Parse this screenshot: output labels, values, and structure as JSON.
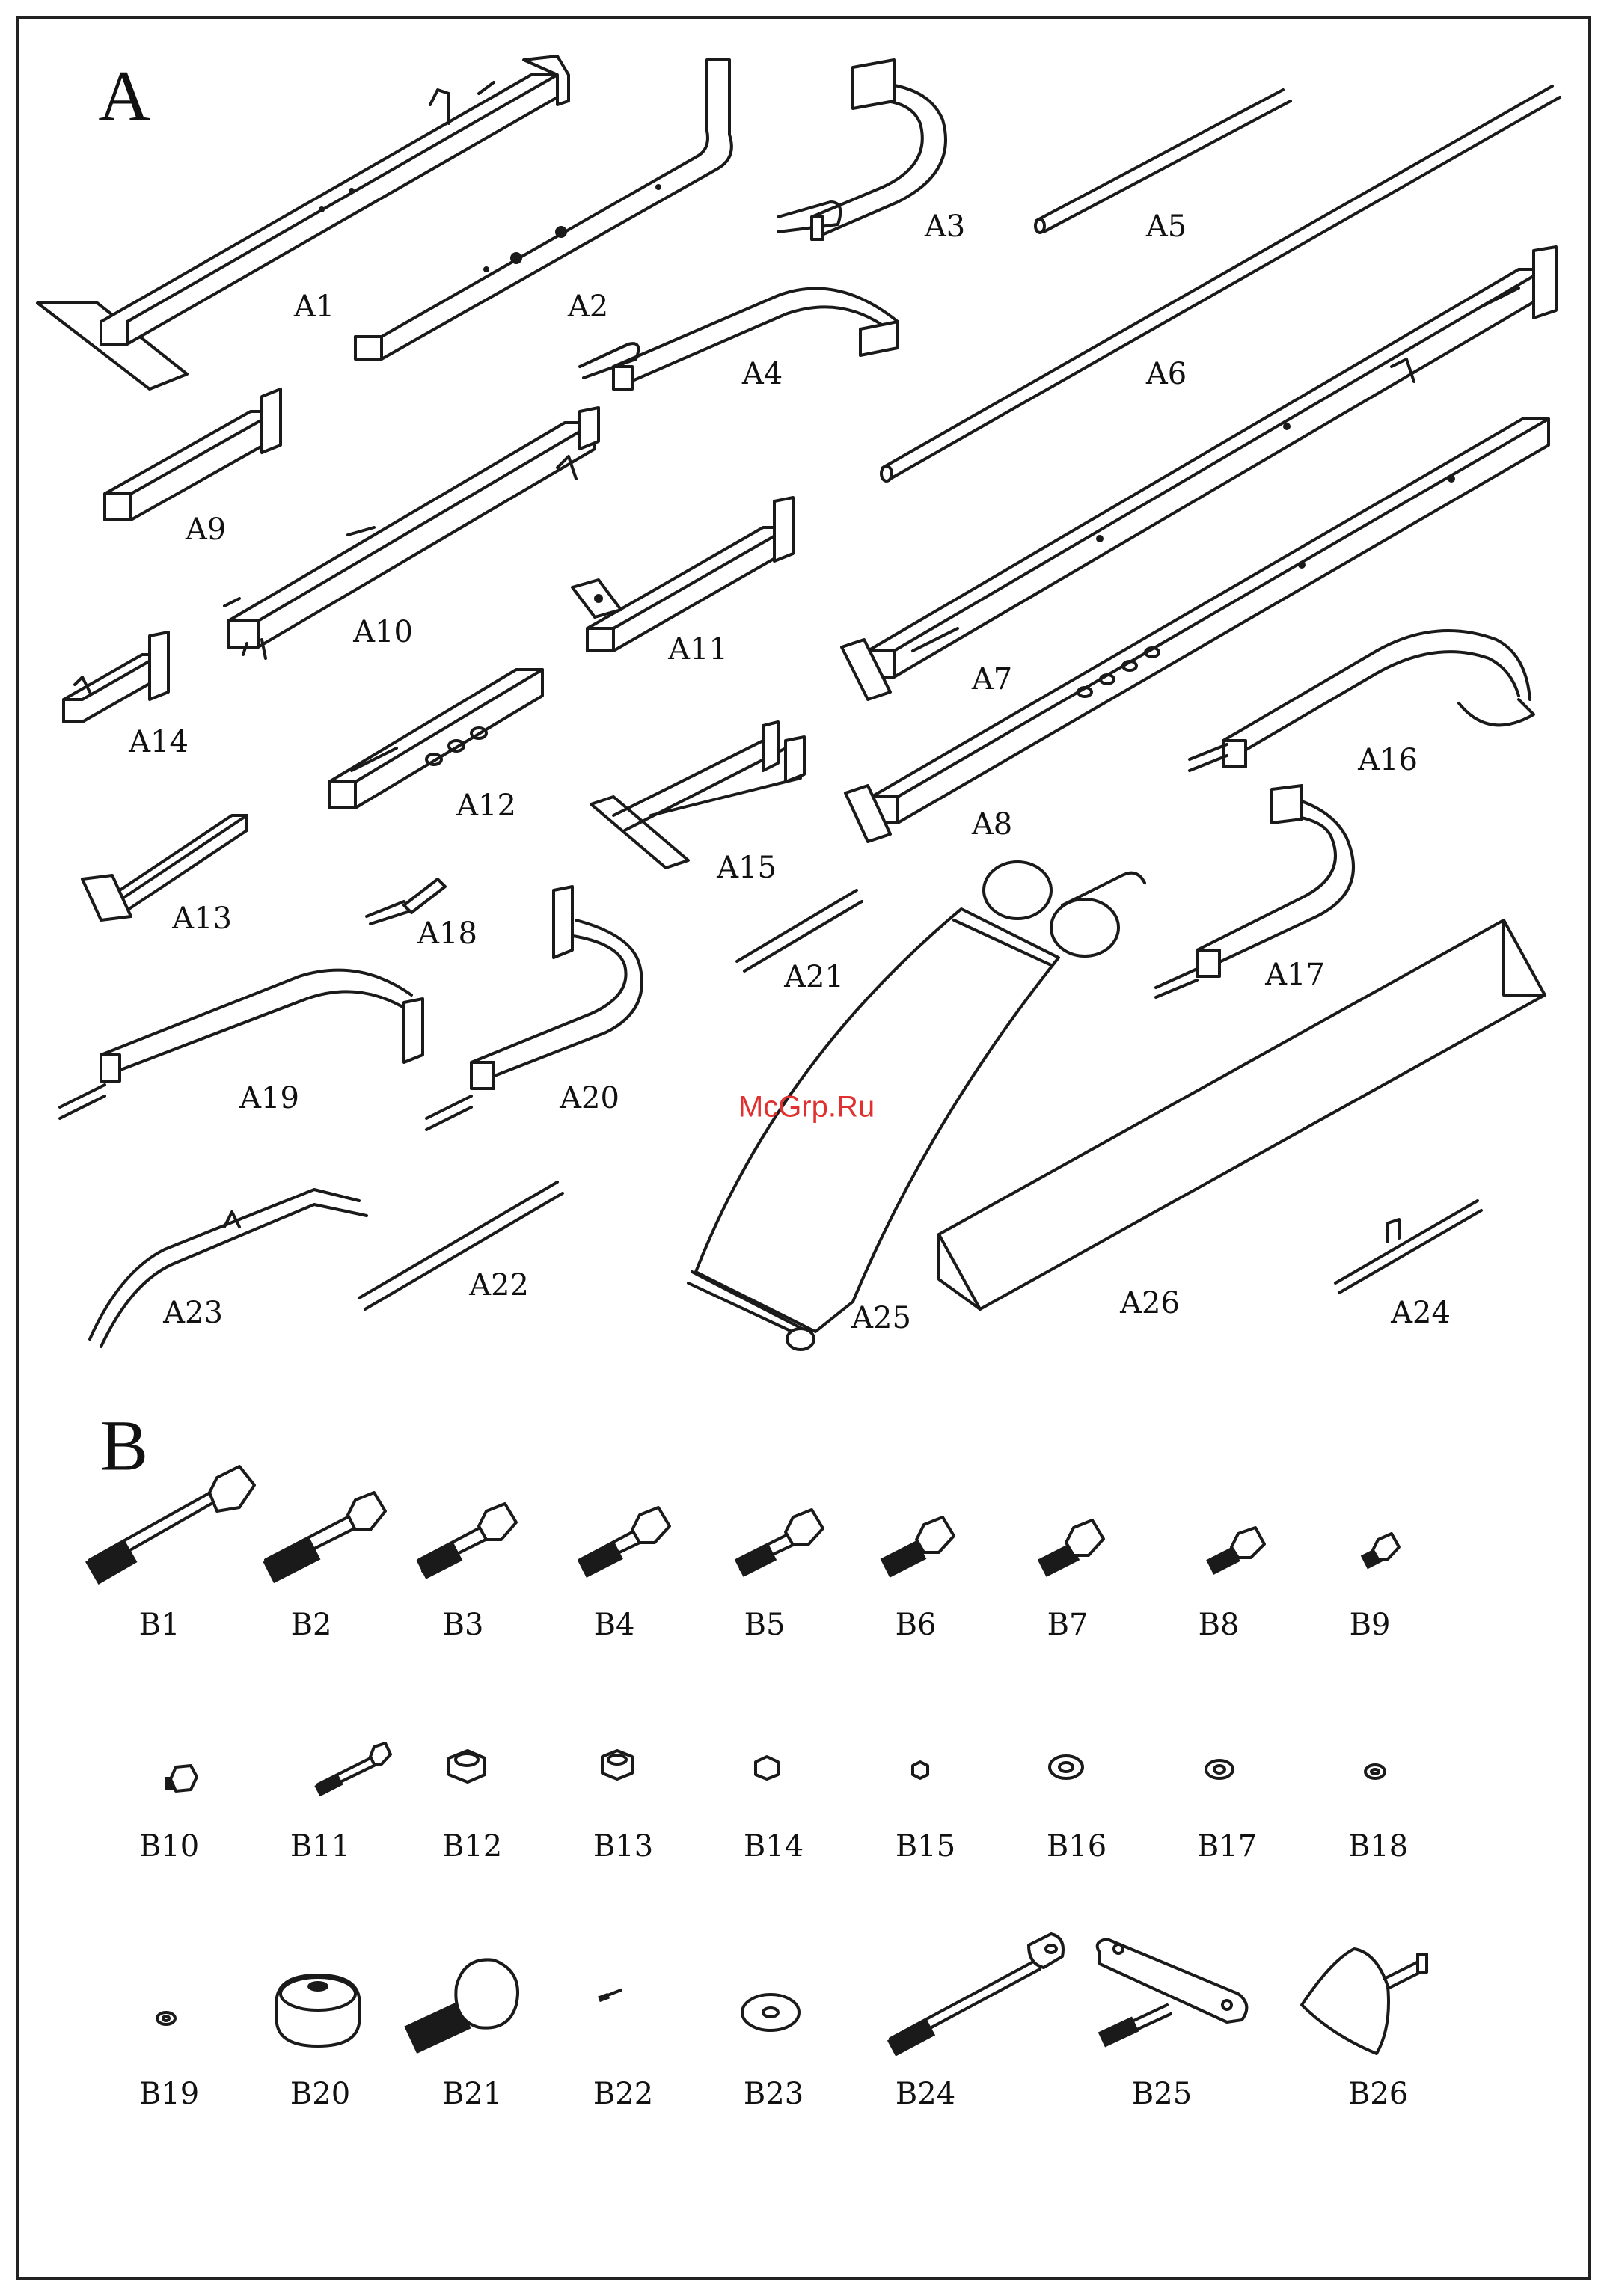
{
  "sections": {
    "a": "A",
    "b": "B"
  },
  "watermark": "McGrp.Ru",
  "parts_a": [
    {
      "id": "A1",
      "label": "A1"
    },
    {
      "id": "A2",
      "label": "A2"
    },
    {
      "id": "A3",
      "label": "A3"
    },
    {
      "id": "A4",
      "label": "A4"
    },
    {
      "id": "A5",
      "label": "A5"
    },
    {
      "id": "A6",
      "label": "A6"
    },
    {
      "id": "A7",
      "label": "A7"
    },
    {
      "id": "A8",
      "label": "A8"
    },
    {
      "id": "A9",
      "label": "A9"
    },
    {
      "id": "A10",
      "label": "A10"
    },
    {
      "id": "A11",
      "label": "A11"
    },
    {
      "id": "A12",
      "label": "A12"
    },
    {
      "id": "A13",
      "label": "A13"
    },
    {
      "id": "A14",
      "label": "A14"
    },
    {
      "id": "A15",
      "label": "A15"
    },
    {
      "id": "A16",
      "label": "A16"
    },
    {
      "id": "A17",
      "label": "A17"
    },
    {
      "id": "A18",
      "label": "A18"
    },
    {
      "id": "A19",
      "label": "A19"
    },
    {
      "id": "A20",
      "label": "A20"
    },
    {
      "id": "A21",
      "label": "A21"
    },
    {
      "id": "A22",
      "label": "A22"
    },
    {
      "id": "A23",
      "label": "A23"
    },
    {
      "id": "A24",
      "label": "A24"
    },
    {
      "id": "A25",
      "label": "A25"
    },
    {
      "id": "A26",
      "label": "A26"
    }
  ],
  "parts_b": [
    {
      "id": "B1",
      "label": "B1"
    },
    {
      "id": "B2",
      "label": "B2"
    },
    {
      "id": "B3",
      "label": "B3"
    },
    {
      "id": "B4",
      "label": "B4"
    },
    {
      "id": "B5",
      "label": "B5"
    },
    {
      "id": "B6",
      "label": "B6"
    },
    {
      "id": "B7",
      "label": "B7"
    },
    {
      "id": "B8",
      "label": "B8"
    },
    {
      "id": "B9",
      "label": "B9"
    },
    {
      "id": "B10",
      "label": "B10"
    },
    {
      "id": "B11",
      "label": "B11"
    },
    {
      "id": "B12",
      "label": "B12"
    },
    {
      "id": "B13",
      "label": "B13"
    },
    {
      "id": "B14",
      "label": "B14"
    },
    {
      "id": "B15",
      "label": "B15"
    },
    {
      "id": "B16",
      "label": "B16"
    },
    {
      "id": "B17",
      "label": "B17"
    },
    {
      "id": "B18",
      "label": "B18"
    },
    {
      "id": "B19",
      "label": "B19"
    },
    {
      "id": "B20",
      "label": "B20"
    },
    {
      "id": "B21",
      "label": "B21"
    },
    {
      "id": "B22",
      "label": "B22"
    },
    {
      "id": "B23",
      "label": "B23"
    },
    {
      "id": "B24",
      "label": "B24"
    },
    {
      "id": "B25",
      "label": "B25"
    },
    {
      "id": "B26",
      "label": "B26"
    }
  ]
}
